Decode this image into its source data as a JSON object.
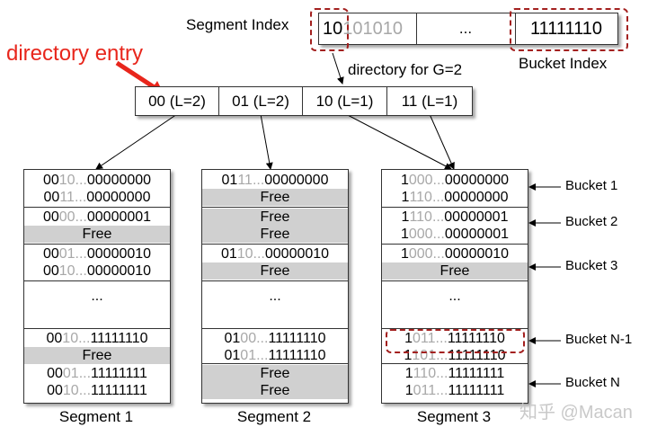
{
  "header": {
    "segment_index_label": "Segment Index",
    "bucket_index_label": "Bucket Index",
    "directory_entry_label": "directory entry",
    "directory_for_label": "directory for G=2",
    "hash_key": {
      "segment_bits": "10",
      "rest_bits": "101010",
      "ellipsis": "...",
      "bucket_bits": "11111110"
    }
  },
  "directory": [
    "00 (L=2)",
    "01 (L=2)",
    "10 (L=1)",
    "11 (L=1)"
  ],
  "segments": [
    {
      "name": "Segment 1",
      "groups": [
        [
          {
            "p": "00",
            "g": "10...",
            "s": "00000000"
          },
          {
            "p": "00",
            "g": "11...",
            "s": "00000000"
          }
        ],
        [
          {
            "p": "00",
            "g": "00...",
            "s": "00000001"
          },
          {
            "free": "Free"
          }
        ],
        [
          {
            "p": "00",
            "g": "01...",
            "s": "00000010"
          },
          {
            "p": "00",
            "g": "10...",
            "s": "00000010"
          }
        ],
        "...",
        [
          {
            "p": "00",
            "g": "10...",
            "s": "11111110"
          },
          {
            "free": "Free"
          }
        ],
        [
          {
            "p": "00",
            "g": "01...",
            "s": "11111111"
          },
          {
            "p": "00",
            "g": "10...",
            "s": "11111111"
          }
        ]
      ]
    },
    {
      "name": "Segment 2",
      "groups": [
        [
          {
            "p": "01",
            "g": "11...",
            "s": "00000000"
          },
          {
            "free": "Free"
          }
        ],
        [
          {
            "free": "Free"
          },
          {
            "free": "Free"
          }
        ],
        [
          {
            "p": "01",
            "g": "10...",
            "s": "00000010"
          },
          {
            "free": "Free"
          }
        ],
        "...",
        [
          {
            "p": "01",
            "g": "00...",
            "s": "11111110"
          },
          {
            "p": "01",
            "g": "01...",
            "s": "11111110"
          }
        ],
        [
          {
            "free": "Free"
          },
          {
            "free": "Free"
          }
        ]
      ]
    },
    {
      "name": "Segment 3",
      "groups": [
        [
          {
            "p": "1",
            "g": "000...",
            "s": "00000000"
          },
          {
            "p": "1",
            "g": "110...",
            "s": "00000000"
          }
        ],
        [
          {
            "p": "1",
            "g": "110...",
            "s": "00000001"
          },
          {
            "p": "1",
            "g": "000...",
            "s": "00000001"
          }
        ],
        [
          {
            "p": "1",
            "g": "000...",
            "s": "00000010"
          },
          {
            "free": "Free"
          }
        ],
        "...",
        [
          {
            "p": "1",
            "g": "011...",
            "s": "11111110"
          },
          {
            "p": "1",
            "g": "101...",
            "s": "11111110"
          }
        ],
        [
          {
            "p": "1",
            "g": "110...",
            "s": "11111111"
          },
          {
            "p": "1",
            "g": "011...",
            "s": "11111111"
          }
        ]
      ]
    }
  ],
  "buckets": [
    "Bucket 1",
    "Bucket 2",
    "Bucket 3",
    "Bucket N-1",
    "Bucket N"
  ],
  "watermark": "知乎 @Macan",
  "colors": {
    "accent_red": "#e8261c",
    "dash_red": "#a3201f",
    "free_grey": "#d0d0d0",
    "grey_bits": "#a8a8a8"
  }
}
